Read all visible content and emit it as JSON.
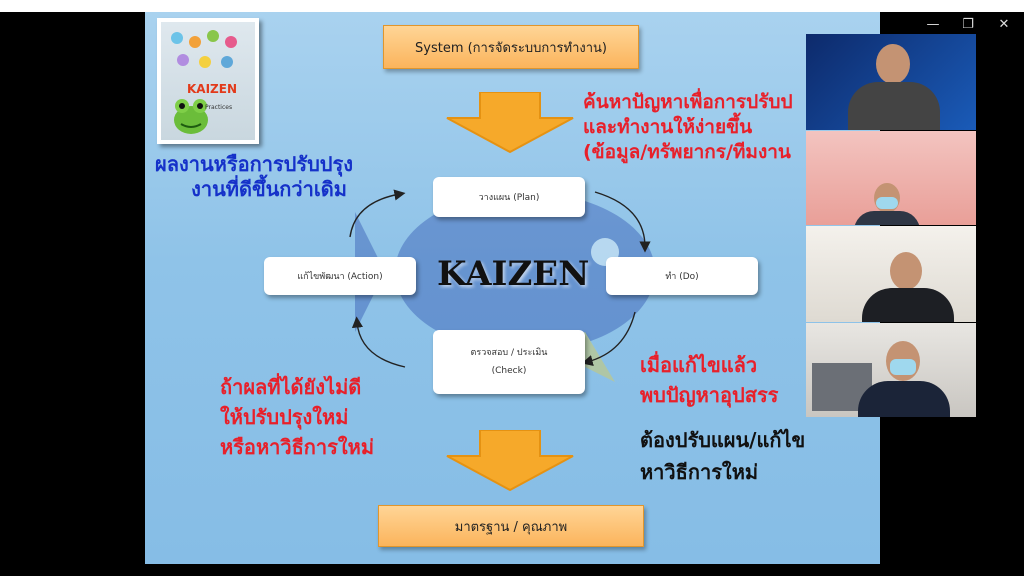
{
  "window": {
    "minimize_icon": "minimize-icon",
    "restore_icon": "restore-icon",
    "close_icon": "close-icon"
  },
  "slide": {
    "top_box": "System (การจัดระบบการทำงาน)",
    "bottom_box": "มาตรฐาน / คุณภาพ",
    "center_title": "KAIZEN",
    "cycle": {
      "plan": "วางแผน (Plan)",
      "do": "ทำ (Do)",
      "check_line1": "ตรวจสอบ / ประเมิน",
      "check_line2": "(Check)",
      "action": "แก้ไขพัฒนา (Action)"
    },
    "top_right_red": [
      "ค้นหาปัญหาเพื่อการปรับป",
      "และทำงานให้ง่ายขึ้น",
      "(ข้อมูล/ทรัพยากร/ทีมงาน"
    ],
    "top_left_blue": [
      "ผลงานหรือการปรับปรุง",
      "งานที่ดีขึ้นกว่าเดิม"
    ],
    "bottom_left_red": [
      "ถ้าผลที่ได้ยังไม่ดี",
      "ให้ปรับปรุงใหม่",
      "หรือหาวิธีการใหม่"
    ],
    "bottom_right_red": [
      "เมื่อแก้ไขแล้ว",
      "พบปัญหาอุปสรร"
    ],
    "bottom_right_black": [
      "ต้องปรับแผน/แก้ไข",
      "หาวิธีการใหม่"
    ],
    "book_cover": {
      "title": "KAIZEN",
      "subtitle": "Practices"
    }
  },
  "colors": {
    "red_text": "#e8202a",
    "blue_text": "#1531c9",
    "arrow_orange": "#f6a92a",
    "slide_bg": "#9ccbec"
  }
}
